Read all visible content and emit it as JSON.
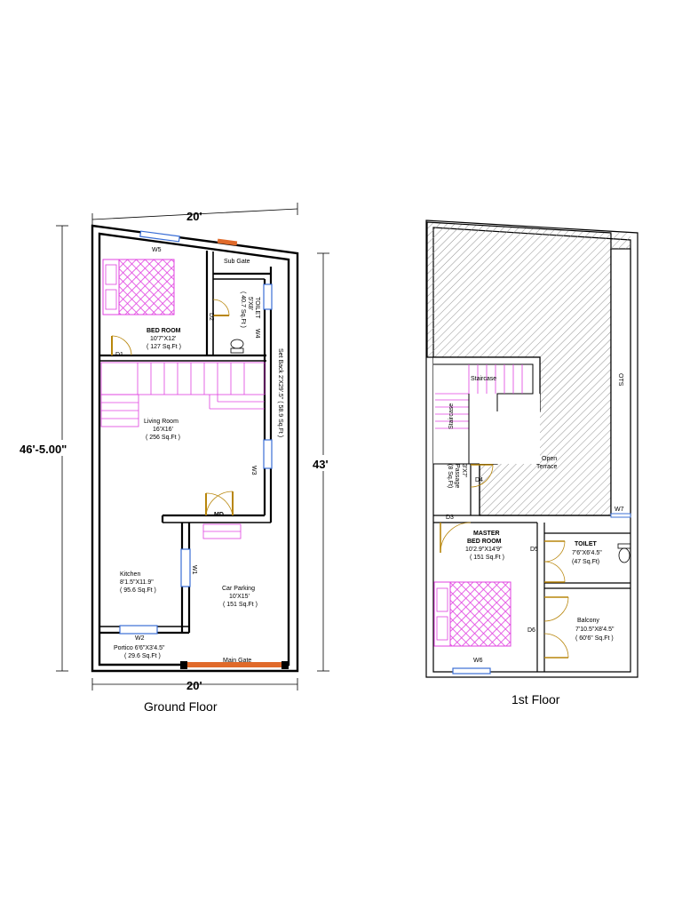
{
  "ground_floor": {
    "caption": "Ground Floor",
    "width_top": "20'",
    "width_bottom": "20'",
    "depth_left": "46'-5.00\"",
    "depth_right": "43'",
    "setback": "Set Back 2'X29'.5\" ( 58.9 Sq.Ft )",
    "rooms": {
      "bed_room": {
        "name": "BED ROOM",
        "size": "10'7\"X12'",
        "area": "( 127 Sq.Ft )"
      },
      "toilet": {
        "name": "TOILET",
        "size": "5'X8'",
        "area": "( 40.7 Sq.Ft )"
      },
      "living": {
        "name": "Living Room",
        "size": "16'X16'",
        "area": "( 256 Sq.Ft )"
      },
      "kitchen": {
        "name": "Kitchen",
        "size": "8'1.5\"X11.9\"",
        "area": "( 95.6 Sq.Ft )"
      },
      "car_parking": {
        "name": "Car Parking",
        "size": "10'X15'",
        "area": "( 151 Sq.Ft )"
      },
      "portico": {
        "name": "Portico 6'6\"X3'4.5\"",
        "area": "( 29.6 Sq.Ft )"
      }
    },
    "labels": {
      "w5": "W5",
      "w4": "W4",
      "w3": "W3",
      "w1": "W1",
      "w2": "W2",
      "d1": "D1",
      "d2": "D2",
      "md": "MD",
      "sub_gate": "Sub Gate",
      "main_gate": "Main Gate"
    }
  },
  "first_floor": {
    "caption": "1st Floor",
    "rooms": {
      "master": {
        "name1": "MASTER",
        "name2": "BED ROOM",
        "size": "10'2.9\"X14'9\"",
        "area": "( 151 Sq.Ft )"
      },
      "toilet": {
        "name": "TOILET",
        "size": "7'6\"X6'4.5\"",
        "area": "(47 Sq.Ft)"
      },
      "balcony": {
        "name": "Balcony",
        "size": "7'10.5\"X8'4.5\"",
        "area": "( 60'6\" Sq.Ft )"
      },
      "passage": {
        "name": "Passage",
        "size": "3'X7'",
        "area": "(8 Sq.Ft)"
      },
      "terrace": {
        "name1": "Open",
        "name2": "Terrace"
      }
    },
    "labels": {
      "staircase_h": "Staircase",
      "staircase_v": "Staircase",
      "ots": "OTS",
      "d3": "D3",
      "d4": "D4",
      "d5": "D5",
      "d6": "D6",
      "w6": "W6",
      "w7": "W7"
    }
  }
}
